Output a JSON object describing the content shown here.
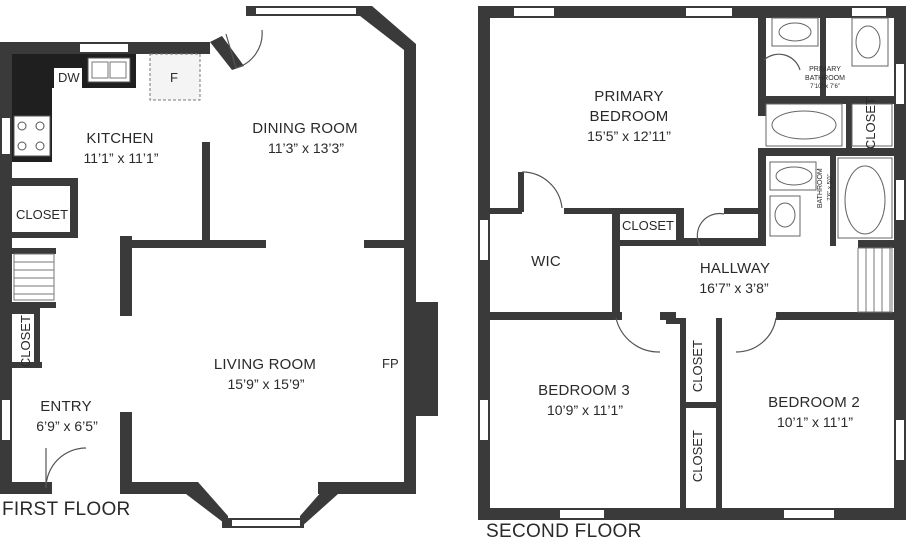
{
  "first_floor": {
    "title": "FIRST FLOOR",
    "kitchen": {
      "name": "KITCHEN",
      "dims": "11’1” x 11’1”"
    },
    "dining_room": {
      "name": "DINING ROOM",
      "dims": "11’3” x 13’3”"
    },
    "living_room": {
      "name": "LIVING ROOM",
      "dims": "15’9” x 15’9”"
    },
    "entry": {
      "name": "ENTRY",
      "dims": "6’9” x 6’5”"
    },
    "closet_upper": "CLOSET",
    "closet_lower": "CLOSET",
    "dishwasher": "DW",
    "fridge": "F",
    "fireplace": "FP"
  },
  "second_floor": {
    "title": "SECOND FLOOR",
    "primary_bedroom": {
      "name_line1": "PRIMARY",
      "name_line2": "BEDROOM",
      "dims": "15’5” x 12’11”"
    },
    "primary_bathroom": {
      "name_line1": "PRIMARY",
      "name_line2": "BATHROOM",
      "dims": "7’10” x 7’6”"
    },
    "bathroom": {
      "name": "BATHROOM",
      "dims": "7’6” x 5’0”"
    },
    "wic": "WIC",
    "hallway": {
      "name": "HALLWAY",
      "dims": "16’7” x 3’8”"
    },
    "bedroom3": {
      "name": "BEDROOM 3",
      "dims": "10’9” x 11’1”"
    },
    "bedroom2": {
      "name": "BEDROOM 2",
      "dims": "10’1” x 11’1”"
    },
    "closet_hall": "CLOSET",
    "closet_primary_bath": "CLOSET",
    "closet_bedroom3": "CLOSET",
    "closet_bedroom2": "CLOSET"
  },
  "colors": {
    "wall": "#3a3a3a",
    "window": "#ffffff",
    "fixture": "#6a6a6a",
    "counter": "#1f1f1f"
  }
}
